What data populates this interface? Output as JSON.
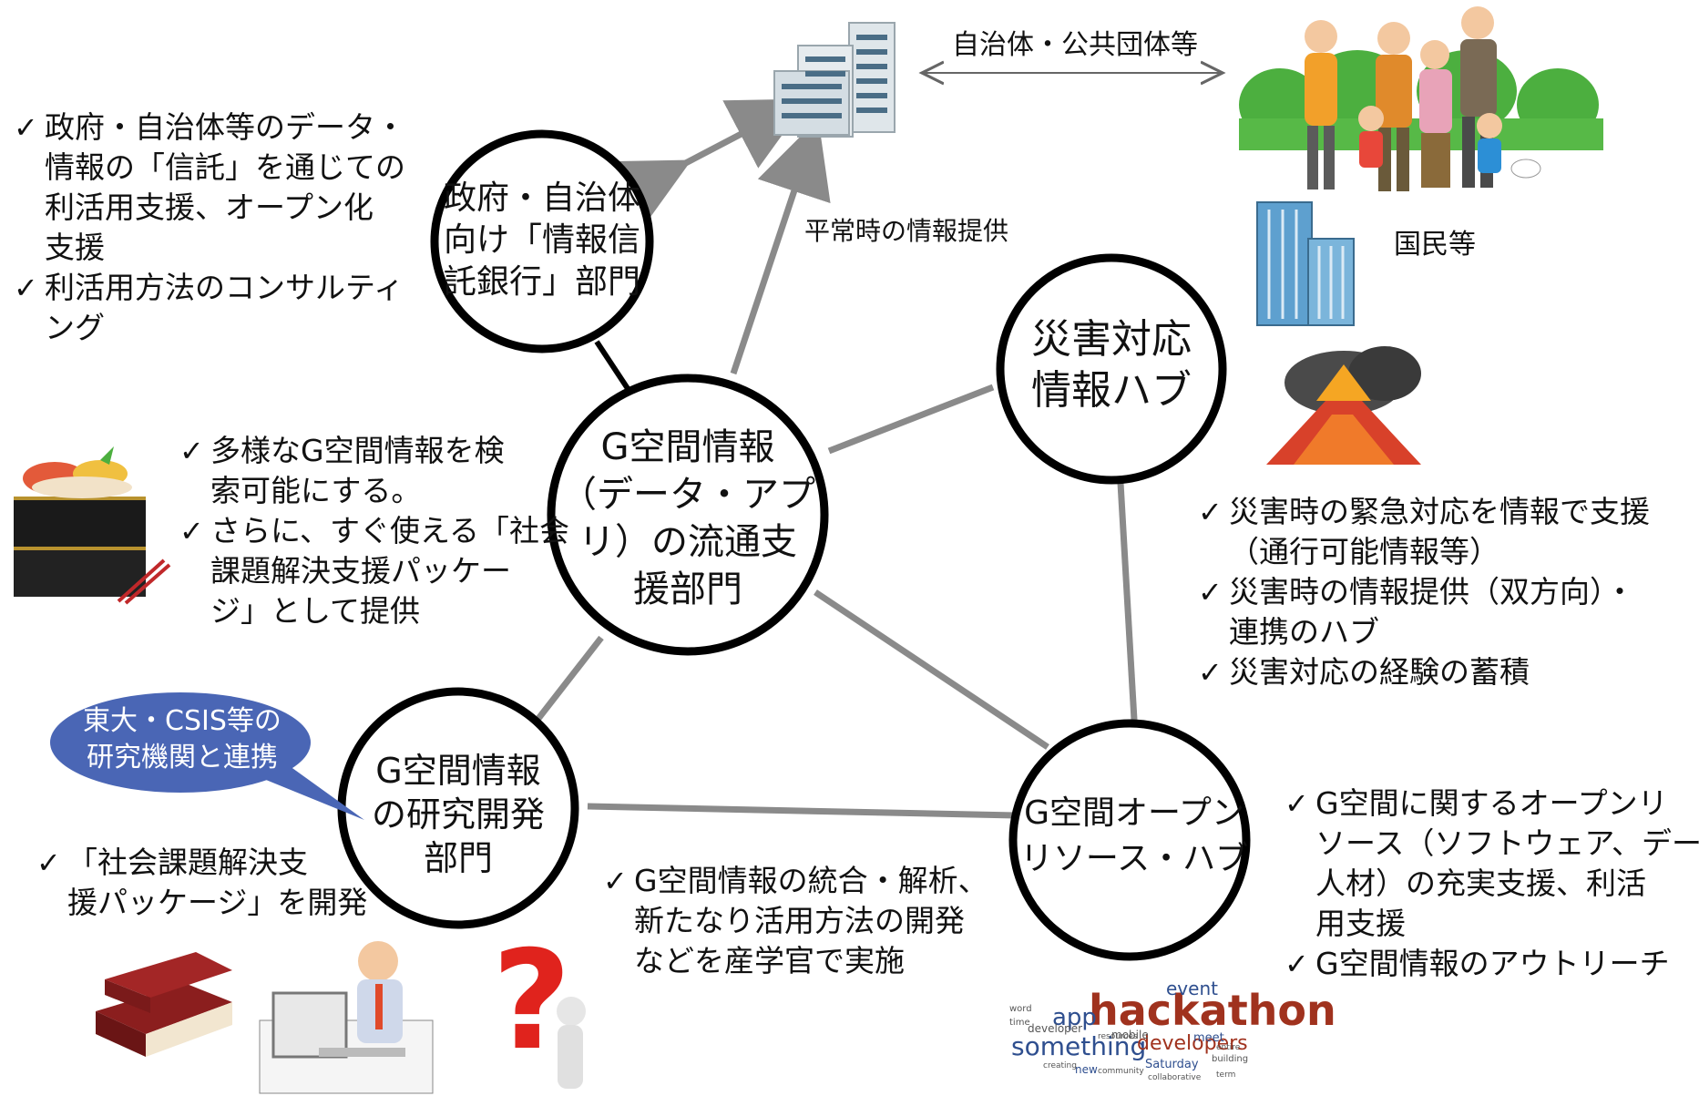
{
  "nodes": {
    "center": [
      "G空間情報",
      "（データ・アプ",
      "リ）の流通支",
      "援部門"
    ],
    "trust_bank": [
      "政府・自治体",
      "向け「情報信",
      "託銀行」部門"
    ],
    "disaster_hub": [
      "災害対応",
      "情報ハブ"
    ],
    "research": [
      "G空間情報",
      "の研究開発",
      "部門"
    ],
    "open_resource_hub": [
      "G空間オープン",
      "リソース・ハブ"
    ]
  },
  "edge_labels": {
    "public_bodies": "自治体・公共団体等",
    "normal_info": "平常時の情報提供",
    "citizens": "国民等"
  },
  "callout": [
    "東大・CSIS等の",
    "研究機関と連携"
  ],
  "notes": {
    "trust_bank": [
      [
        "政府・自治体等のデータ・",
        "情報の「信託」を通じての",
        "利活用支援、オープン化",
        "支援"
      ],
      [
        "利活用方法のコンサルティ",
        "ング"
      ]
    ],
    "center": [
      [
        "多様なG空間情報を検",
        "索可能にする。"
      ],
      [
        "さらに、すぐ使える「社会",
        "課題解決支援パッケー",
        "ジ」として提供"
      ]
    ],
    "disaster": [
      [
        "災害時の緊急対応を情報で支援",
        "（通行可能情報等）"
      ],
      [
        "災害時の情報提供（双方向）・",
        "連携のハブ"
      ],
      [
        "災害対応の経験の蓄積"
      ]
    ],
    "research": [
      [
        "「社会課題解決支",
        "援パッケージ」を開発"
      ]
    ],
    "link": [
      [
        "G空間情報の統合・解析、",
        "新たなり活用方法の開発",
        "などを産学官で実施"
      ]
    ],
    "open_resource": [
      [
        "G空間に関するオープンリ",
        "ソース（ソフトウェア、データ、",
        "人材）の充実支援、利活",
        "用支援"
      ],
      [
        "G空間情報のアウトリーチ"
      ]
    ]
  },
  "word_cloud": {
    "main": "hackathon",
    "words": [
      "event",
      "app",
      "something",
      "developers",
      "developer",
      "mobile",
      "Saturday",
      "meet",
      "new",
      "community",
      "collaborative",
      "building",
      "resources",
      "time",
      "word",
      "creating",
      "entire",
      "term"
    ]
  },
  "colors": {
    "node_border": "#000000",
    "edge": "#8a8a8a",
    "callout_fill": "#4a66b5",
    "callout_text": "#ffffff",
    "wordcloud_accent": "#a0321e",
    "wordcloud_blue": "#2f4f8f"
  }
}
